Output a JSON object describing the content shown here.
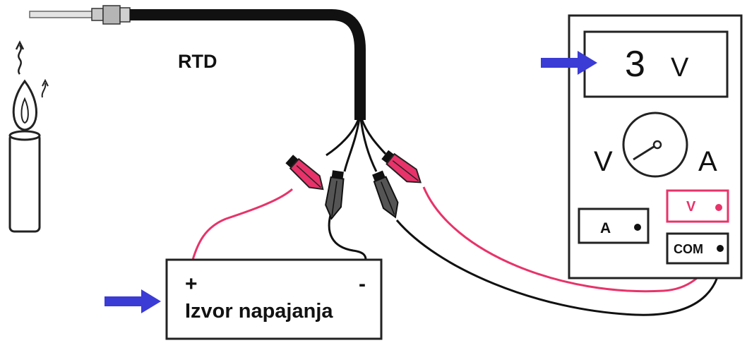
{
  "rtd": {
    "label": "RTD"
  },
  "power_supply": {
    "label": "Izvor napajanja",
    "plus": "+",
    "minus": "-"
  },
  "multimeter": {
    "display_value": "3",
    "display_unit": "V",
    "gauge_left": "V",
    "gauge_right": "A",
    "port_a": "A",
    "port_v": "V",
    "port_com": "COM"
  },
  "colors": {
    "wire_black": "#111111",
    "wire_red": "#e8336a",
    "arrow_blue": "#3b3bd6",
    "v_port_border": "#e8336a"
  }
}
